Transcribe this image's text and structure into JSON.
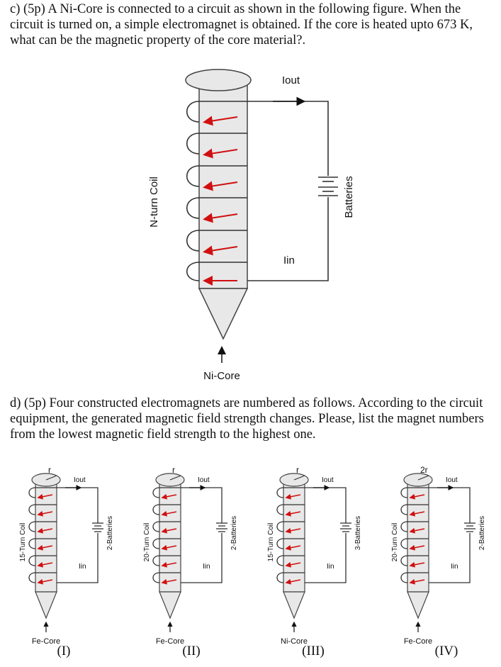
{
  "question_c": {
    "text": "c) (5p) A Ni-Core is connected to a circuit as shown in the following figure. When the circuit is turned on, a simple electromagnet is obtained. If the core is heated upto 673 K, what can be the magnetic property of the core material?."
  },
  "main_figure": {
    "i_out": "Iout",
    "i_in": "Iin",
    "coil_label": "N-turn Coil",
    "battery_label": "Batteries",
    "core_label": "Ni-Core"
  },
  "question_d": {
    "label": "d)",
    "text": "(5p) Four constructed electromagnets are numbered as follows. According to the circuit equipment, the generated magnetic field strength changes. Please, list the magnet numbers from the lowest magnetic field strength to the highest one."
  },
  "magnets": [
    {
      "numeral": "(I)",
      "coil": "15-Turn Coil",
      "batteries": "2-Batteries",
      "core": "Fe-Core",
      "radius": "r",
      "i_out": "Iout",
      "i_in": "Iin"
    },
    {
      "numeral": "(II)",
      "coil": "20-Turn Coil",
      "batteries": "2-Batteries",
      "core": "Fe-Core",
      "radius": "r",
      "i_out": "Iout",
      "i_in": "Iin"
    },
    {
      "numeral": "(III)",
      "coil": "15-Turn Coil",
      "batteries": "3-Batteries",
      "core": "Ni-Core",
      "radius": "r",
      "i_out": "Iout",
      "i_in": "Iin"
    },
    {
      "numeral": "(IV)",
      "coil": "20-Turn Coil",
      "batteries": "2-Batteries",
      "core": "Fe-Core",
      "radius": "2r",
      "i_out": "Iout",
      "i_in": "Iin"
    }
  ],
  "colors": {
    "core_fill": "#e8e8e8",
    "wire": "#333333",
    "current_arrow": "#d01010"
  }
}
